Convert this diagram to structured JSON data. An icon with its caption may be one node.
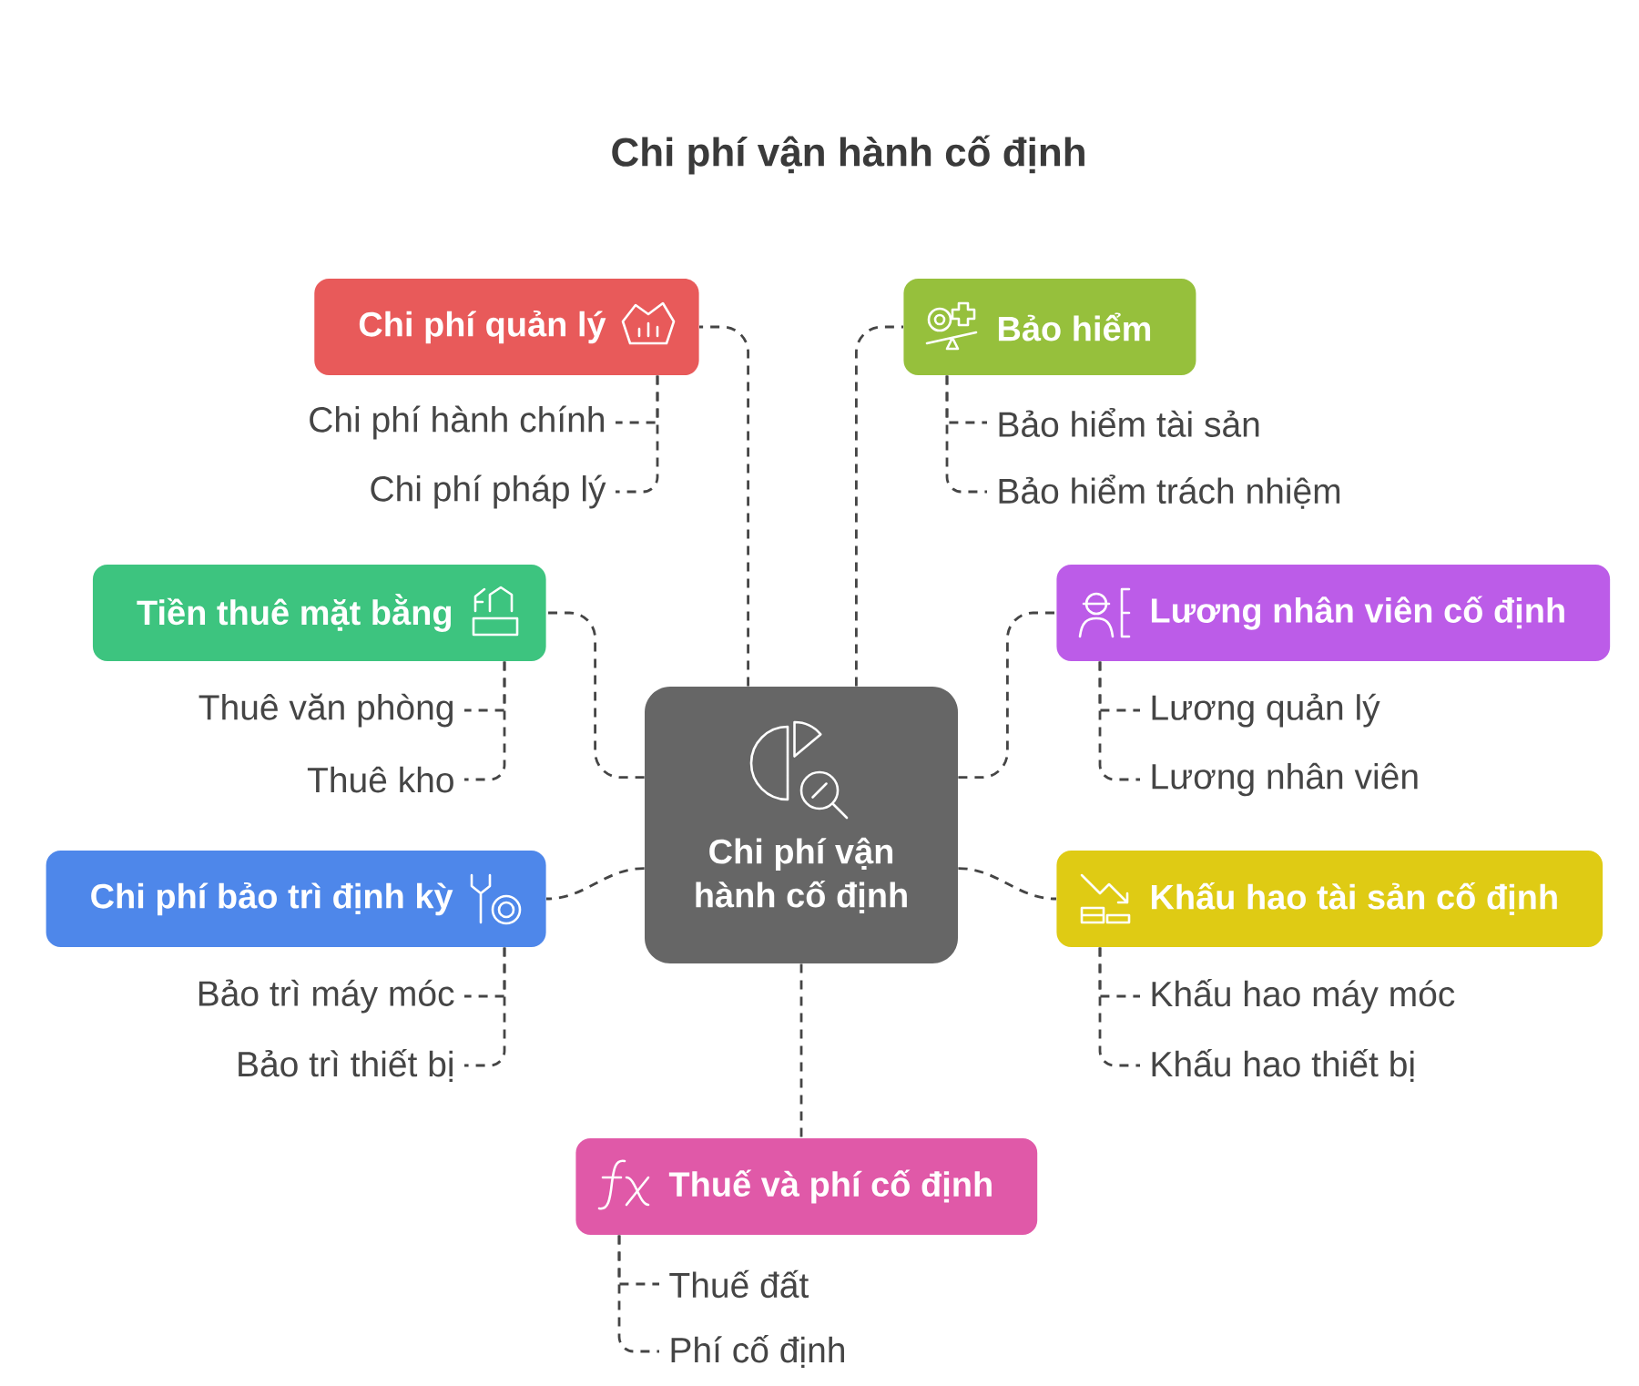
{
  "diagram": {
    "title": "Chi phí vận hành cố định",
    "nodes": [
      {
        "text": [
          "Chi phí vận hành cố định"
        ]
      },
      {
        "text": [
          "Chi phí quản lý"
        ]
      },
      {
        "text": [
          "Chi phí hành chính"
        ]
      },
      {
        "text": [
          "Chi phí pháp lý"
        ]
      },
      {
        "text": [
          "Bảo hiểm"
        ]
      },
      {
        "text": [
          "Bảo hiểm tài sản"
        ]
      },
      {
        "text": [
          "Bảo hiểm trách nhiệm"
        ]
      },
      {
        "text": [
          "Tiền thuê mặt bằng"
        ]
      },
      {
        "text": [
          "Thuê văn phòng"
        ]
      },
      {
        "text": [
          "Thuê kho"
        ]
      },
      {
        "text": [
          "Lương nhân viên cố định"
        ]
      },
      {
        "text": [
          "Lương quản lý"
        ]
      },
      {
        "text": [
          "Lương nhân viên"
        ]
      },
      {
        "text": [
          "Chi phí bảo trì định kỳ"
        ]
      },
      {
        "text": [
          "Bảo trì máy móc"
        ]
      },
      {
        "text": [
          "Bảo trì thiết bị"
        ]
      },
      {
        "text": [
          "Khấu hao tài sản cố định"
        ]
      },
      {
        "text": [
          "Khấu hao máy móc"
        ]
      },
      {
        "text": [
          "Khấu hao thiết bị"
        ]
      },
      {
        "text": [
          "Thuế và phí cố định"
        ]
      },
      {
        "text": [
          "Thuế đất"
        ]
      },
      {
        "text": [
          "Phí cố định"
        ]
      }
    ],
    "edges": [
      {
        "from": 0,
        "to": 1,
        "arrow": "none",
        "style": "dashed"
      },
      {
        "from": 0,
        "to": 4,
        "arrow": "none",
        "style": "dashed"
      },
      {
        "from": 0,
        "to": 7,
        "arrow": "none",
        "style": "dashed"
      },
      {
        "from": 0,
        "to": 10,
        "arrow": "none",
        "style": "dashed"
      },
      {
        "from": 0,
        "to": 13,
        "arrow": "none",
        "style": "dashed"
      },
      {
        "from": 0,
        "to": 16,
        "arrow": "none",
        "style": "dashed"
      },
      {
        "from": 0,
        "to": 19,
        "arrow": "none",
        "style": "dashed"
      },
      {
        "from": 1,
        "to": 2,
        "arrow": "none",
        "style": "dashed"
      },
      {
        "from": 1,
        "to": 3,
        "arrow": "none",
        "style": "dashed"
      },
      {
        "from": 4,
        "to": 5,
        "arrow": "none",
        "style": "dashed"
      },
      {
        "from": 4,
        "to": 6,
        "arrow": "none",
        "style": "dashed"
      },
      {
        "from": 7,
        "to": 8,
        "arrow": "none",
        "style": "dashed"
      },
      {
        "from": 7,
        "to": 9,
        "arrow": "none",
        "style": "dashed"
      },
      {
        "from": 10,
        "to": 11,
        "arrow": "none",
        "style": "dashed"
      },
      {
        "from": 10,
        "to": 12,
        "arrow": "none",
        "style": "dashed"
      },
      {
        "from": 13,
        "to": 14,
        "arrow": "none",
        "style": "dashed"
      },
      {
        "from": 13,
        "to": 15,
        "arrow": "none",
        "style": "dashed"
      },
      {
        "from": 16,
        "to": 17,
        "arrow": "none",
        "style": "dashed"
      },
      {
        "from": 16,
        "to": 18,
        "arrow": "none",
        "style": "dashed"
      },
      {
        "from": 19,
        "to": 20,
        "arrow": "none",
        "style": "dashed"
      },
      {
        "from": 19,
        "to": 21,
        "arrow": "none",
        "style": "dashed"
      }
    ]
  }
}
